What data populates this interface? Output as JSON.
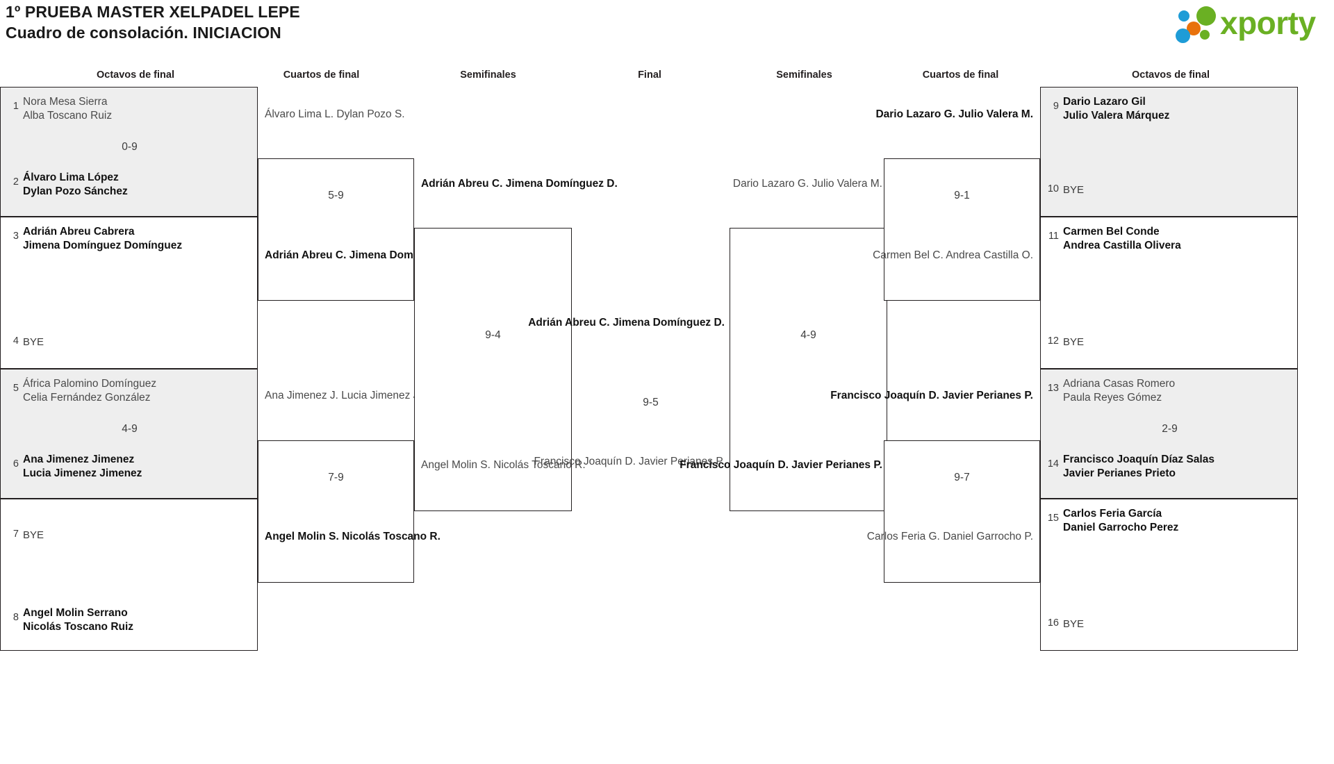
{
  "header": {
    "title_line1": "1º PRUEBA MASTER XELPADEL LEPE",
    "title_line2": "Cuadro de consolación. INICIACION"
  },
  "brand": {
    "name": "xporty",
    "colors": {
      "green": "#6ab023",
      "blue": "#1e9cd7",
      "orange": "#e8720c",
      "text_green": "#6ab023"
    }
  },
  "round_headers": [
    {
      "label": "Octavos de final"
    },
    {
      "label": "Cuartos de final"
    },
    {
      "label": "Semifinales"
    },
    {
      "label": "Final"
    },
    {
      "label": "Semifinales"
    },
    {
      "label": "Cuartos de final"
    },
    {
      "label": "Octavos de final"
    }
  ],
  "left": {
    "octavos": [
      {
        "seed": "1",
        "name1": "Nora Mesa Sierra",
        "name2": "Alba Toscano Ruiz",
        "state": "loser"
      },
      {
        "seed": "2",
        "name1": "Álvaro Lima López",
        "name2": "Dylan Pozo Sánchez",
        "state": "winner"
      },
      {
        "seed": "3",
        "name1": "Adrián Abreu Cabrera",
        "name2": "Jimena Domínguez Domínguez",
        "state": "winner"
      },
      {
        "seed": "4",
        "name1": "BYE",
        "name2": "",
        "state": "bye"
      },
      {
        "seed": "5",
        "name1": "África Palomino Domínguez",
        "name2": "Celia Fernández González",
        "state": "loser"
      },
      {
        "seed": "6",
        "name1": "Ana Jimenez Jimenez",
        "name2": "Lucia Jimenez Jimenez",
        "state": "winner"
      },
      {
        "seed": "7",
        "name1": "BYE",
        "name2": "",
        "state": "bye"
      },
      {
        "seed": "8",
        "name1": "Angel Molin Serrano",
        "name2": "Nicolás Toscano Ruiz",
        "state": "winner"
      }
    ],
    "octavos_scores": [
      {
        "value": "0-9"
      },
      {
        "value": ""
      },
      {
        "value": "4-9"
      },
      {
        "value": ""
      }
    ],
    "cuartos": [
      {
        "name1": "Álvaro Lima L.",
        "name2": "Dylan Pozo S.",
        "state": "loser"
      },
      {
        "name1": "Adrián Abreu C.",
        "name2": "Jimena Domínguez D.",
        "state": "winner"
      },
      {
        "name1": "Ana Jimenez J.",
        "name2": "Lucia Jimenez J.",
        "state": "loser"
      },
      {
        "name1": "Angel Molin S.",
        "name2": "Nicolás Toscano R.",
        "state": "winner"
      }
    ],
    "cuartos_scores": [
      {
        "value": "5-9"
      },
      {
        "value": "7-9"
      }
    ],
    "semis": [
      {
        "name1": "Adrián Abreu C.",
        "name2": "Jimena Domínguez D.",
        "state": "winner"
      },
      {
        "name1": "Angel Molin S.",
        "name2": "Nicolás Toscano R.",
        "state": "loser"
      }
    ],
    "semis_scores": [
      {
        "value": "9-4"
      }
    ]
  },
  "final": {
    "top": {
      "name1": "Adrián Abreu C.",
      "name2": "Jimena Domínguez D.",
      "state": "winner"
    },
    "bottom": {
      "name1": "Francisco Joaquín D.",
      "name2": "Javier Perianes P.",
      "state": "loser"
    },
    "score": {
      "value": "9-5"
    }
  },
  "right": {
    "semis": [
      {
        "name1": "Dario Lazaro G.",
        "name2": "Julio Valera M.",
        "state": "loser"
      },
      {
        "name1": "Francisco Joaquín D.",
        "name2": "Javier Perianes P.",
        "state": "winner"
      }
    ],
    "semis_scores": [
      {
        "value": "4-9"
      }
    ],
    "cuartos": [
      {
        "name1": "Dario Lazaro G.",
        "name2": "Julio Valera M.",
        "state": "winner"
      },
      {
        "name1": "Carmen Bel C.",
        "name2": "Andrea Castilla O.",
        "state": "loser"
      },
      {
        "name1": "Francisco Joaquín D.",
        "name2": "Javier Perianes P.",
        "state": "winner"
      },
      {
        "name1": "Carlos Feria G.",
        "name2": "Daniel Garrocho P.",
        "state": "loser"
      }
    ],
    "cuartos_scores": [
      {
        "value": "9-1"
      },
      {
        "value": "9-7"
      }
    ],
    "octavos": [
      {
        "seed": "9",
        "name1": "Dario Lazaro Gil",
        "name2": "Julio Valera Márquez",
        "state": "winner"
      },
      {
        "seed": "10",
        "name1": "BYE",
        "name2": "",
        "state": "bye"
      },
      {
        "seed": "11",
        "name1": "Carmen Bel Conde",
        "name2": "Andrea Castilla Olivera",
        "state": "winner"
      },
      {
        "seed": "12",
        "name1": "BYE",
        "name2": "",
        "state": "bye"
      },
      {
        "seed": "13",
        "name1": "Adriana Casas Romero",
        "name2": "Paula Reyes Gómez",
        "state": "loser"
      },
      {
        "seed": "14",
        "name1": "Francisco Joaquín Díaz Salas",
        "name2": "Javier Perianes Prieto",
        "state": "winner"
      },
      {
        "seed": "15",
        "name1": "Carlos Feria García",
        "name2": "Daniel Garrocho Perez",
        "state": "winner"
      },
      {
        "seed": "16",
        "name1": "BYE",
        "name2": "",
        "state": "bye"
      }
    ],
    "octavos_scores": [
      {
        "value": ""
      },
      {
        "value": ""
      },
      {
        "value": "2-9"
      },
      {
        "value": ""
      }
    ]
  }
}
